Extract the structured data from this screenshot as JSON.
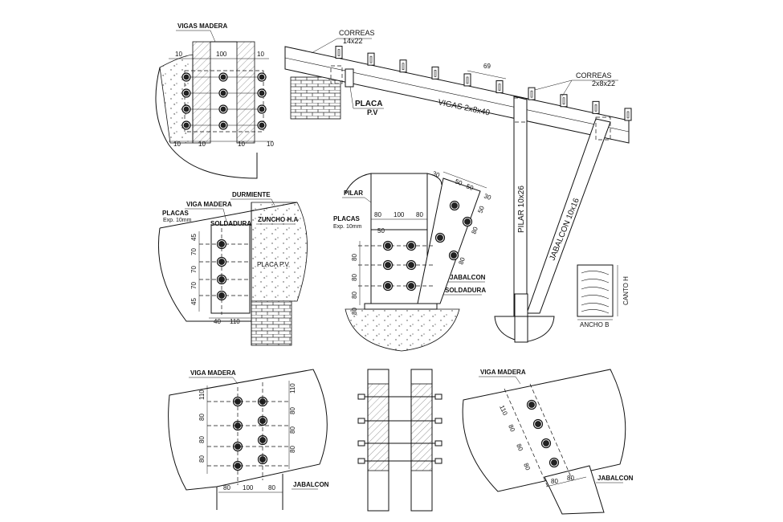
{
  "labels": {
    "correas_14x22": [
      "CORREAS",
      "14x22"
    ],
    "correas_2x8x22": [
      "CORREAS",
      "2x8x22"
    ],
    "dim_69": "69",
    "vigas_2x8x40": "VIGAS  2x8x40",
    "placa_pv": [
      "PLACA",
      "P.V"
    ],
    "pilar_10x26": "PILAR  10x26",
    "jabalcon_10x16": "JABALCON  10x16",
    "canto_h": "CANTO  H",
    "ancho_b": "ANCHO  B",
    "vigas_madera": "VIGAS MADERA",
    "viga_madera": "VIGA MADERA",
    "durmiente": "DURMIENTE",
    "placas_esp": [
      "PLACAS",
      "Exp. 10mm"
    ],
    "soldadura": "SOLDADURA",
    "zuncho_ha": "ZUNCHO H.A",
    "placa_pv_inline": "PLACA P.V",
    "pilar": "PILAR",
    "jabalcon": "JABALCON",
    "jabalcon_lower": "JABALCON",
    "soldadura2": "SOLDADURA"
  },
  "dims": {
    "top_left_top": [
      "10",
      "100",
      "10"
    ],
    "top_left_bottom": [
      "10",
      "10",
      "10",
      "10"
    ],
    "mid_left_vertical": [
      "45",
      "70",
      "70",
      "70",
      "45"
    ],
    "mid_left_bottom": [
      "40",
      "110"
    ],
    "mid_center_top": [
      "80",
      "100",
      "80"
    ],
    "mid_center_50": "50",
    "mid_center_vertical": [
      "80",
      "80",
      "80",
      "80"
    ],
    "mid_center_diag": [
      "30",
      "50",
      "50",
      "30"
    ],
    "mid_center_diag_side": [
      "50",
      "80",
      "80"
    ],
    "bottom_left_vertical_left": [
      "110",
      "80",
      "80",
      "80"
    ],
    "bottom_left_vertical_right": [
      "110",
      "80",
      "80",
      "80"
    ],
    "bottom_left_bottom": [
      "80",
      "100",
      "80"
    ],
    "bottom_right_diag": [
      "110",
      "80",
      "80",
      "80"
    ],
    "bottom_right_bottom": [
      "80",
      "80"
    ]
  }
}
